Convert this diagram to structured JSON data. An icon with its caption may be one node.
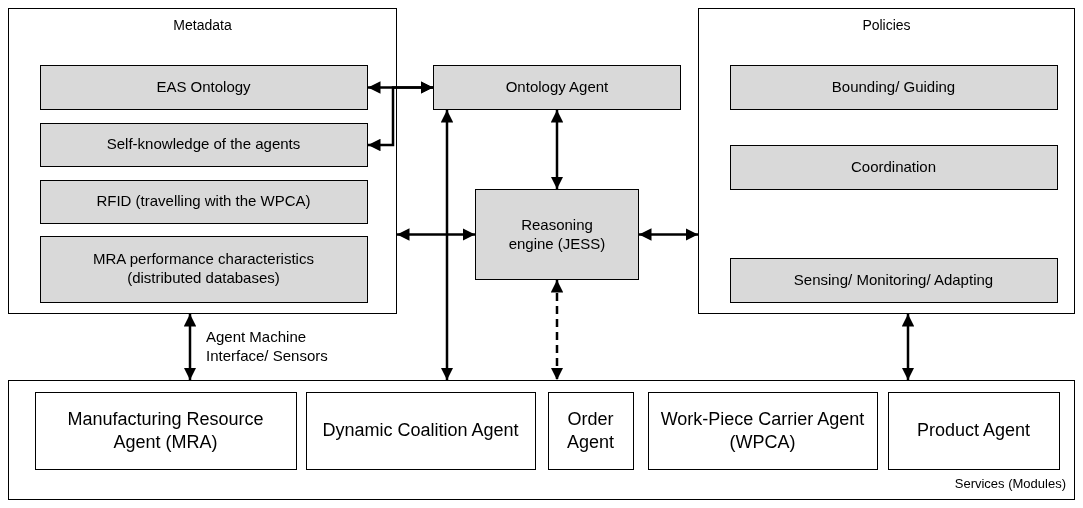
{
  "diagram": {
    "nodes": [
      {
        "text": [
          "Metadata"
        ]
      },
      {
        "text": [
          "EAS Ontology"
        ],
        "in": 0
      },
      {
        "text": [
          "Self-knowledge of the agents"
        ],
        "in": 0
      },
      {
        "text": [
          "RFID (travelling with the WPCA)"
        ],
        "in": 0
      },
      {
        "text": [
          "MRA performance characteristics (distributed databases)"
        ],
        "in": 0
      },
      {
        "text": [
          "Ontology Agent"
        ]
      },
      {
        "text": [
          "Reasoning engine (JESS)"
        ]
      },
      {
        "text": [
          "Policies"
        ]
      },
      {
        "text": [
          "Bounding/ Guiding"
        ],
        "in": 7
      },
      {
        "text": [
          "Coordination"
        ],
        "in": 7
      },
      {
        "text": [
          "Sensing/ Monitoring/ Adapting"
        ],
        "in": 7
      },
      {
        "text": [
          "Services (Modules)"
        ]
      },
      {
        "text": [
          "Manufacturing Resource Agent (MRA)"
        ],
        "in": 11
      },
      {
        "text": [
          "Dynamic Coalition Agent"
        ],
        "in": 11
      },
      {
        "text": [
          "Order Agent"
        ],
        "in": 11
      },
      {
        "text": [
          "Work-Piece Carrier Agent  (WPCA)"
        ],
        "in": 11
      },
      {
        "text": [
          "Product Agent"
        ],
        "in": 11
      }
    ],
    "edges": [
      {
        "from": 5,
        "to": 1,
        "arrow": "both"
      },
      {
        "from": 5,
        "to": 2,
        "arrow": "both"
      },
      {
        "from": 6,
        "to": 0,
        "arrow": "both"
      },
      {
        "from": 5,
        "to": 6,
        "arrow": "both"
      },
      {
        "from": 6,
        "to": 7,
        "arrow": "both"
      },
      {
        "from": 0,
        "to": 11,
        "arrow": "both",
        "label": "Agent Machine Interface/ Sensors"
      },
      {
        "from": 5,
        "to": 11,
        "arrow": "both"
      },
      {
        "from": 6,
        "to": 11,
        "arrow": "both",
        "style": "dashed"
      },
      {
        "from": 7,
        "to": 11,
        "arrow": "both"
      }
    ]
  }
}
